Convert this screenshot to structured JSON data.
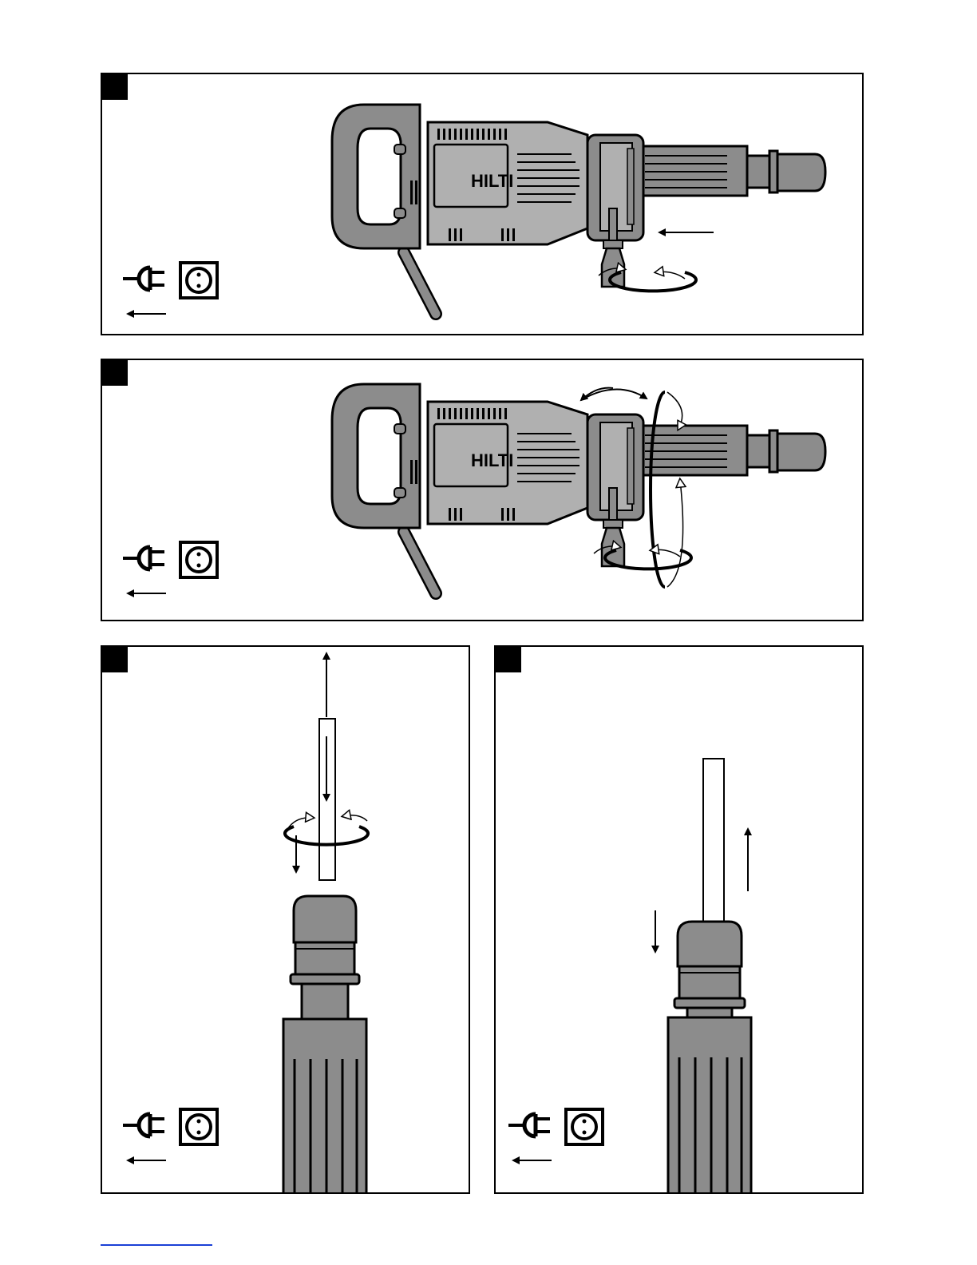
{
  "page": {
    "panels": [
      {
        "id": "fig-1",
        "action": "insert-chisel-rotate-lock"
      },
      {
        "id": "fig-2",
        "action": "adjust-chisel-position"
      },
      {
        "id": "fig-3",
        "action": "insert-tool-shank"
      },
      {
        "id": "fig-4",
        "action": "remove-tool-shank"
      }
    ],
    "brand_logo_text": "HILTI",
    "colors": {
      "tool_body": "#8c8c8c",
      "tool_light": "#b0b0b0",
      "outline": "#000000",
      "footer_rule": "#1a3fd6"
    },
    "icons": [
      "plug-icon",
      "socket-icon",
      "unplug-arrow-icon",
      "rotation-arrow-icon",
      "direction-arrow-icon"
    ]
  }
}
